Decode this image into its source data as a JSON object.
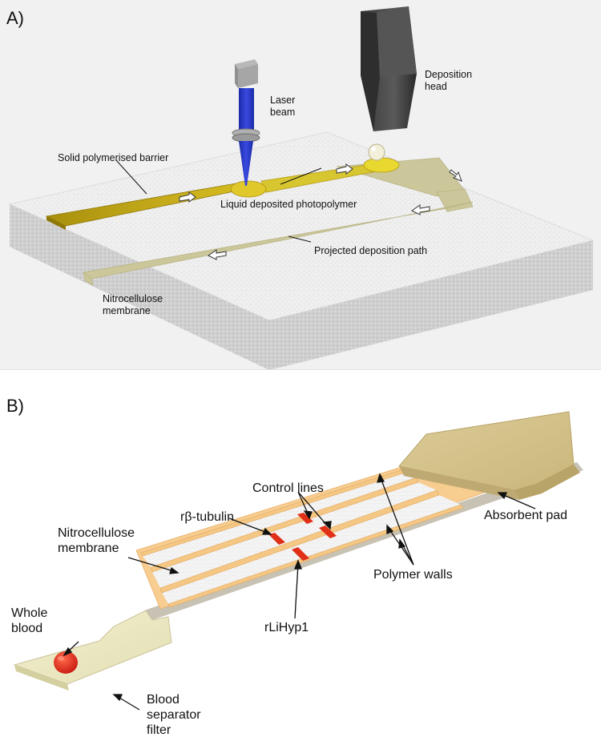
{
  "panel_a": {
    "label": "A)",
    "deposition_head": [
      "Deposition",
      "head"
    ],
    "laser_beam": [
      "Laser",
      "beam"
    ],
    "solid_barrier": "Solid polymerised barrier",
    "liquid_photopolymer": "Liquid deposited photopolymer",
    "projected_path": "Projected deposition path",
    "membrane": [
      "Nitrocellulose",
      "membrane"
    ]
  },
  "panel_b": {
    "label": "B)",
    "control_lines": "Control lines",
    "beta_tubulin": "rβ-tubulin",
    "membrane": [
      "Nitrocellulose",
      "membrane"
    ],
    "absorbent_pad": "Absorbent pad",
    "whole_blood": [
      "Whole",
      "blood"
    ],
    "polymer_walls": "Polymer walls",
    "rlihyp1": "rLiHyp1",
    "blood_separator": [
      "Blood",
      "separator",
      "filter"
    ]
  },
  "colors": {
    "solid_barrier": "#b59a14",
    "projected_path": "#ccc79a",
    "laser": "#2634c8",
    "test_lines": "#e03018",
    "pad": "#d6c48c",
    "polymer_wall": "#f5c784"
  }
}
